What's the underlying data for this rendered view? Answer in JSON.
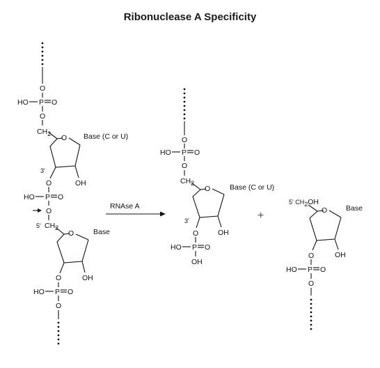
{
  "title": "Ribonuclease A Specificity",
  "labels": {
    "HO": "HO",
    "P": "P",
    "O": "O",
    "OH": "OH",
    "CH2": "CH",
    "sub2": "2",
    "base": "Base",
    "base_cu": "Base (C or U)",
    "prime3": "3'",
    "prime5": "5'",
    "arrow": "RNAse A",
    "plus": "+",
    "ch2oh_5": "5' CH",
    "oh_after": "OH"
  },
  "colors": {
    "ink": "#111111",
    "title": "#1a1a1a",
    "plus": "#555555"
  }
}
